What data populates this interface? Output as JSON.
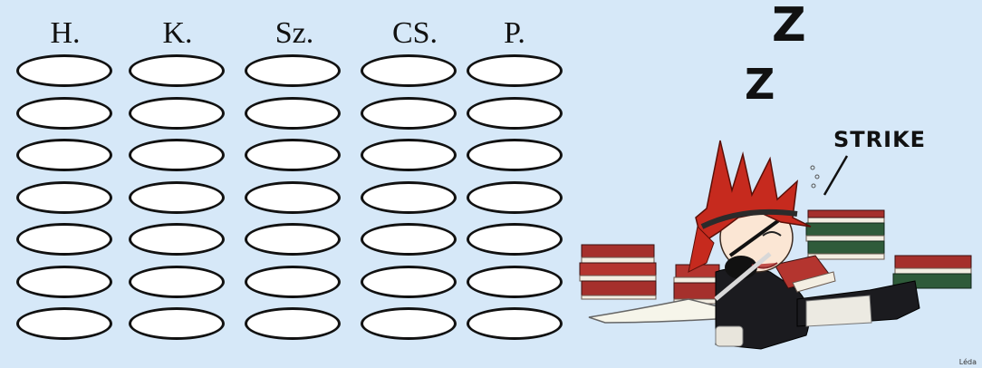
{
  "headers": [
    "H.",
    "K.",
    "Sz.",
    "CS.",
    "P."
  ],
  "zz": [
    "Z",
    "Z"
  ],
  "speech": "STRIKE",
  "signature": "Léda",
  "grid": {
    "rows": 7
  }
}
